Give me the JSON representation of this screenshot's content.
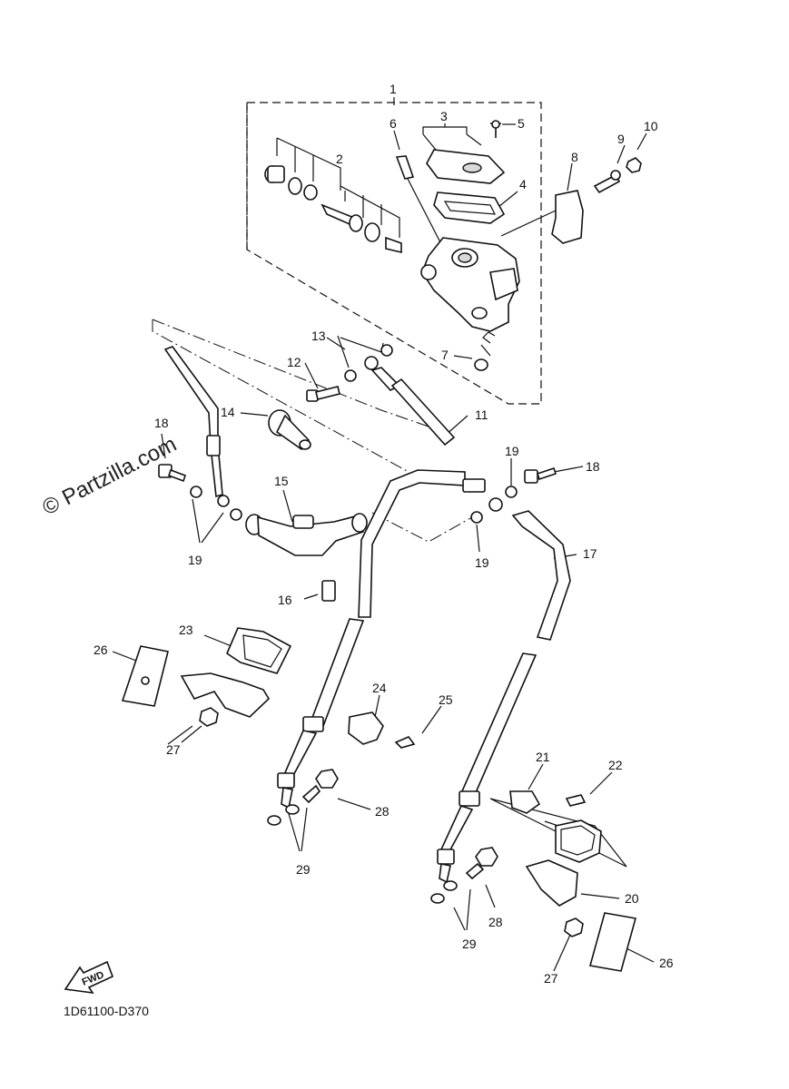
{
  "watermark": "© Partzilla.com",
  "diagram_code": "1D61100-D370",
  "fwd_label": "FWD",
  "callouts": {
    "c1": "1",
    "c2": "2",
    "c3": "3",
    "c4": "4",
    "c5": "5",
    "c6": "6",
    "c7": "7",
    "c8": "8",
    "c9": "9",
    "c10": "10",
    "c11": "11",
    "c12": "12",
    "c13": "13",
    "c14": "14",
    "c15": "15",
    "c16": "16",
    "c17": "17",
    "c18a": "18",
    "c18b": "18",
    "c19a": "19",
    "c19b": "19",
    "c19c": "19",
    "c20": "20",
    "c21": "21",
    "c22": "22",
    "c23": "23",
    "c24": "24",
    "c25": "25",
    "c26a": "26",
    "c26b": "26",
    "c27a": "27",
    "c27b": "27",
    "c28a": "28",
    "c28b": "28",
    "c29a": "29",
    "c29b": "29"
  }
}
